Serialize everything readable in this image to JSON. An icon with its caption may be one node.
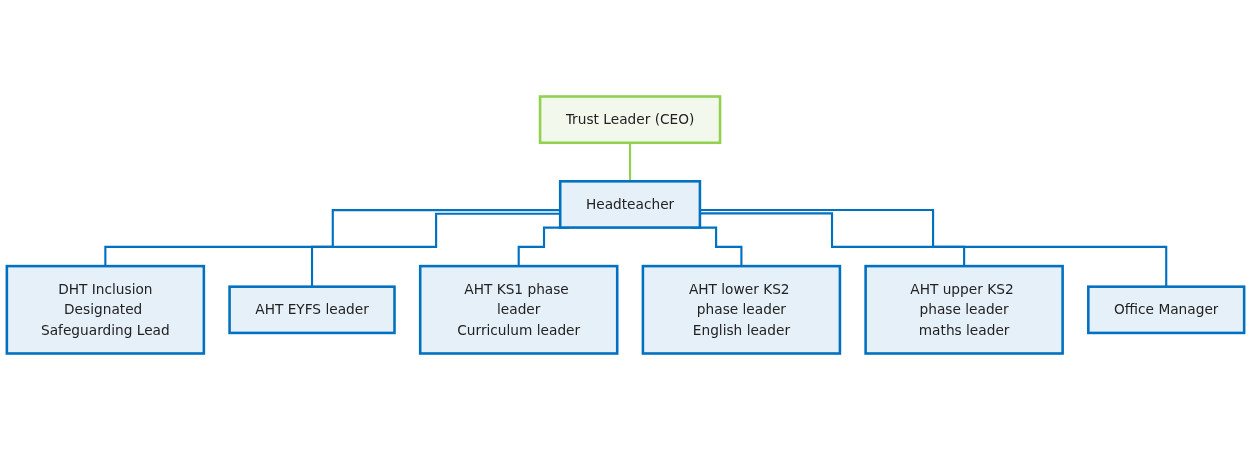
{
  "diagram": {
    "nodes": [
      {
        "text": [
          "Trust Leader (CEO)"
        ]
      },
      {
        "text": [
          "Headteacher"
        ]
      },
      {
        "text": [
          "DHT Inclusion",
          "Designated Safeguarding Lead"
        ]
      },
      {
        "text": [
          "AHT EYFS leader"
        ]
      },
      {
        "text": [
          "AHT KS1 phase leader",
          "Curriculum leader"
        ]
      },
      {
        "text": [
          "AHT lower KS2 phase leader",
          "English leader"
        ]
      },
      {
        "text": [
          "AHT upper KS2 phase leader",
          "maths leader"
        ]
      },
      {
        "text": [
          "Office Manager"
        ]
      }
    ],
    "edges": [
      {
        "from": 0,
        "to": 1,
        "arrow": "none",
        "color": "#92d050"
      },
      {
        "from": 1,
        "to": 2,
        "arrow": "none"
      },
      {
        "from": 1,
        "to": 3,
        "arrow": "none"
      },
      {
        "from": 1,
        "to": 4,
        "arrow": "none"
      },
      {
        "from": 1,
        "to": 5,
        "arrow": "none"
      },
      {
        "from": 1,
        "to": 6,
        "arrow": "none"
      },
      {
        "from": 1,
        "to": 7,
        "arrow": "none"
      }
    ]
  }
}
